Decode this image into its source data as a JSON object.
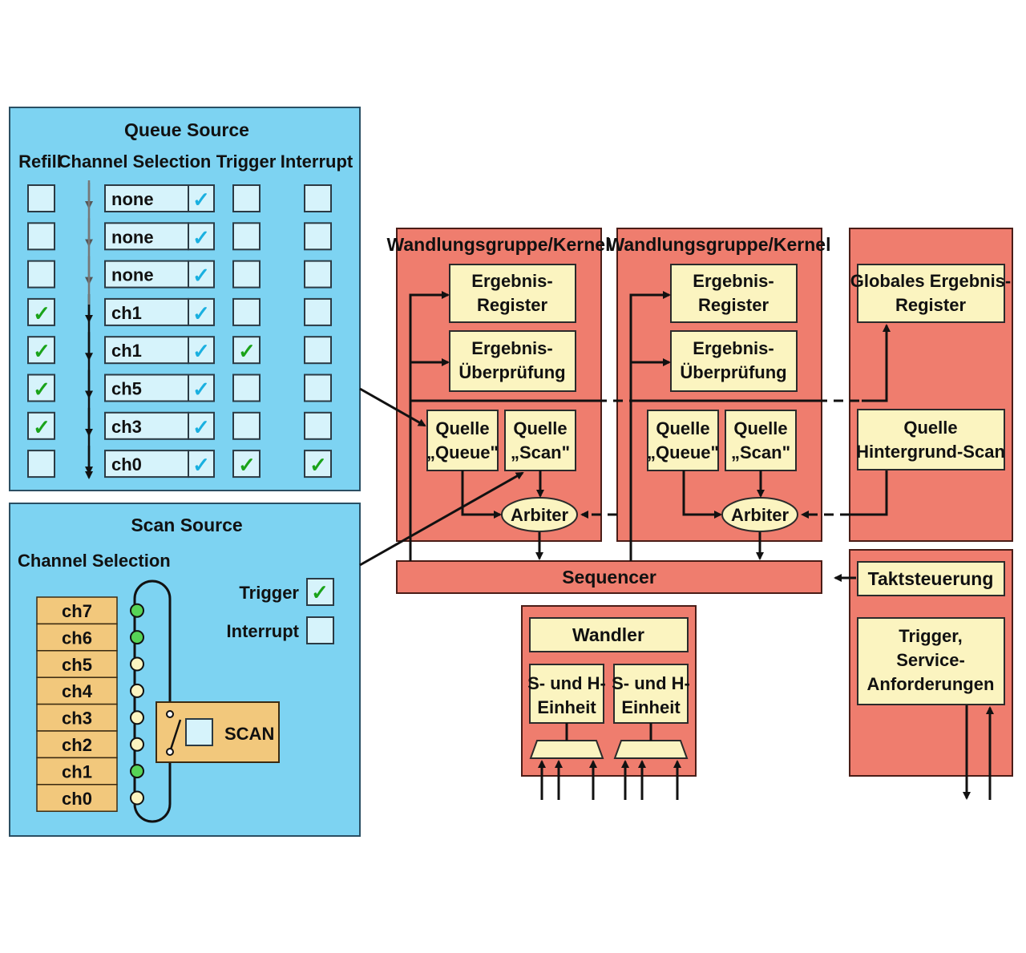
{
  "queue": {
    "title": "Queue Source",
    "headers": {
      "refill": "Refill",
      "channel_selection": "Channel Selection",
      "trigger": "Trigger",
      "interrupt": "Interrupt"
    },
    "rows": [
      {
        "refill": false,
        "channel": "none",
        "trigger": false,
        "interrupt": false
      },
      {
        "refill": false,
        "channel": "none",
        "trigger": false,
        "interrupt": false
      },
      {
        "refill": false,
        "channel": "none",
        "trigger": false,
        "interrupt": false
      },
      {
        "refill": true,
        "channel": "ch1",
        "trigger": false,
        "interrupt": false
      },
      {
        "refill": true,
        "channel": "ch1",
        "trigger": true,
        "interrupt": false
      },
      {
        "refill": true,
        "channel": "ch5",
        "trigger": false,
        "interrupt": false
      },
      {
        "refill": true,
        "channel": "ch3",
        "trigger": false,
        "interrupt": false
      },
      {
        "refill": false,
        "channel": "ch0",
        "trigger": true,
        "interrupt": true
      }
    ]
  },
  "scan": {
    "title": "Scan Source",
    "channel_selection": "Channel Selection",
    "trigger_label": "Trigger",
    "trigger_checked": true,
    "interrupt_label": "Interrupt",
    "interrupt_checked": false,
    "scan_label": "SCAN",
    "channels": [
      {
        "name": "ch7",
        "active": true
      },
      {
        "name": "ch6",
        "active": true
      },
      {
        "name": "ch5",
        "active": false
      },
      {
        "name": "ch4",
        "active": false
      },
      {
        "name": "ch3",
        "active": false
      },
      {
        "name": "ch2",
        "active": false
      },
      {
        "name": "ch1",
        "active": true
      },
      {
        "name": "ch0",
        "active": false
      }
    ]
  },
  "kernels": [
    {
      "title": "Wandlungsgruppe/Kernel",
      "result_register": [
        "Ergebnis-",
        "Register"
      ],
      "result_check": [
        "Ergebnis-",
        "Überprüfung"
      ],
      "source_queue": [
        "Quelle",
        "„Queue\""
      ],
      "source_scan": [
        "Quelle",
        "„Scan\""
      ],
      "arbiter": "Arbiter"
    },
    {
      "title": "Wandlungsgruppe/Kernel",
      "result_register": [
        "Ergebnis-",
        "Register"
      ],
      "result_check": [
        "Ergebnis-",
        "Überprüfung"
      ],
      "source_queue": [
        "Quelle",
        "„Queue\""
      ],
      "source_scan": [
        "Quelle",
        "„Scan\""
      ],
      "arbiter": "Arbiter"
    }
  ],
  "global": {
    "result_register": [
      "Globales Ergebnis-",
      "Register"
    ],
    "background_scan": [
      "Quelle",
      "Hintergrund-Scan"
    ]
  },
  "sequencer": "Sequencer",
  "converter": {
    "title": "Wandler",
    "sh_units": [
      [
        "S- und H-",
        "Einheit"
      ],
      [
        "S- und H-",
        "Einheit"
      ]
    ]
  },
  "clock": {
    "title": "Taktsteuerung",
    "trigger": [
      "Trigger,",
      "Service-",
      "Anforderungen"
    ]
  },
  "colors": {
    "blue_panel": "#7dd3f2",
    "red_panel": "#ef7d6e",
    "yellow_box": "#fbf4c0",
    "channel_cell": "#f2c87c",
    "check_green": "#1aa31a",
    "check_cyan": "#1ab0e0",
    "led_green": "#56d456",
    "led_off": "#fbf4c0"
  }
}
